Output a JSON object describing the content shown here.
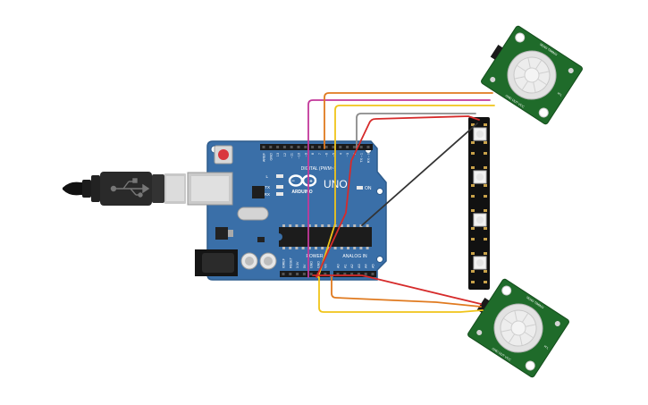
{
  "board": {
    "brand": "ARDUINO",
    "model": "UNO",
    "digital_label": "DIGITAL (PWM~)",
    "analog_label": "ANALOG IN",
    "power_label": "POWER",
    "on_label": "ON",
    "led_l": "L",
    "led_tx": "TX",
    "led_rx": "RX",
    "digital_pins": [
      "AREF",
      "GND",
      "13",
      "12",
      "~11",
      "~10",
      "~9",
      "8",
      "7",
      "~6",
      "~5",
      "4",
      "~3",
      "2",
      "TX→1",
      "RX←0"
    ],
    "power_pins": [
      "IOREF",
      "RESET",
      "3.3V",
      "5V",
      "GND",
      "GND",
      "Vin"
    ],
    "analog_pins": [
      "A0",
      "A1",
      "A2",
      "A3",
      "A4",
      "A5"
    ]
  },
  "sensors": {
    "top": {
      "pin_label": "GND OUT VCC",
      "sens_label": "SENS TIMING",
      "cap_label": "H L"
    },
    "bottom": {
      "pin_label": "GND OUT VCC",
      "sens_label": "SENS TIMING",
      "cap_label": "H L"
    }
  },
  "led_strip": {
    "pixel_count": 4
  },
  "colors": {
    "board": "#3a6fa8",
    "board_edge": "#2d5b8c",
    "pir_pcb": "#1f6b2a",
    "wire_red": "#d62b2b",
    "wire_orange": "#e07a1f",
    "wire_yellow": "#f0c419",
    "wire_magenta": "#c2389a",
    "wire_gray": "#8a8a8a",
    "wire_black": "#333333"
  }
}
